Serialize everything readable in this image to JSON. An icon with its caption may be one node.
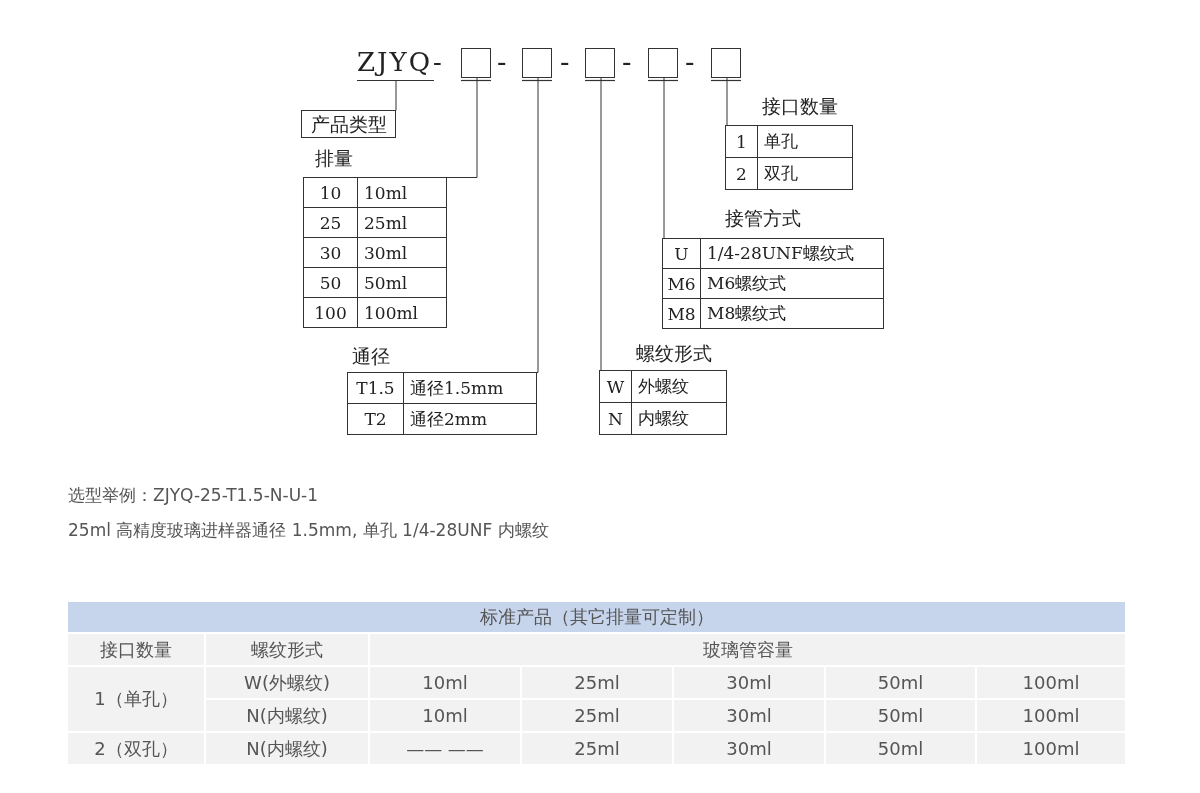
{
  "diagram": {
    "nodes": [
      {
        "text": [
          "ZJYQ-"
        ]
      },
      {
        "text": [],
        "shape": "box"
      },
      {
        "text": [],
        "shape": "box"
      },
      {
        "text": [],
        "shape": "box"
      },
      {
        "text": [],
        "shape": "box"
      },
      {
        "text": [],
        "shape": "box"
      },
      {
        "text": [
          "产品类型"
        ]
      },
      {
        "text": [
          "排量",
          "10",
          "10ml",
          "25",
          "25ml",
          "30",
          "30ml",
          "50",
          "50ml",
          "100",
          "100ml"
        ]
      },
      {
        "text": [
          "通径",
          "T1.5",
          "通径1.5mm",
          "T2",
          "通径2mm"
        ]
      },
      {
        "text": [
          "螺纹形式",
          "W",
          "外螺纹",
          "N",
          "内螺纹"
        ]
      },
      {
        "text": [
          "接管方式",
          "U",
          "1/4-28UNF螺纹式",
          "M6",
          "M6螺纹式",
          "M8",
          "M8螺纹式"
        ]
      },
      {
        "text": [
          "接口数量",
          "1",
          "单孔",
          "2",
          "双孔"
        ]
      }
    ],
    "edges": [
      {
        "from": 0,
        "to": 6,
        "arrow": "none"
      },
      {
        "from": 1,
        "to": 7,
        "arrow": "none"
      },
      {
        "from": 2,
        "to": 8,
        "arrow": "none"
      },
      {
        "from": 3,
        "to": 9,
        "arrow": "none"
      },
      {
        "from": 4,
        "to": 10,
        "arrow": "none"
      },
      {
        "from": 5,
        "to": 11,
        "arrow": "none"
      }
    ],
    "labels": [
      "-",
      "-",
      "-",
      "-",
      "选型举例：ZJYQ-25-T1.5-N-U-1",
      "25ml 高精度玻璃进样器通径 1.5mm, 单孔 1/4-28UNF 内螺纹",
      "标准产品（其它排量可定制）",
      "接口数量",
      "螺纹形式",
      "玻璃管容量",
      "1（单孔）",
      "W(外螺纹)",
      "10ml",
      "25ml",
      "30ml",
      "50ml",
      "100ml",
      "N(内螺纹)",
      "10ml",
      "25ml",
      "30ml",
      "50ml",
      "100ml",
      "2（双孔）",
      "N(内螺纹)",
      "—— ——",
      "25ml",
      "30ml",
      "50ml",
      "100ml"
    ]
  }
}
